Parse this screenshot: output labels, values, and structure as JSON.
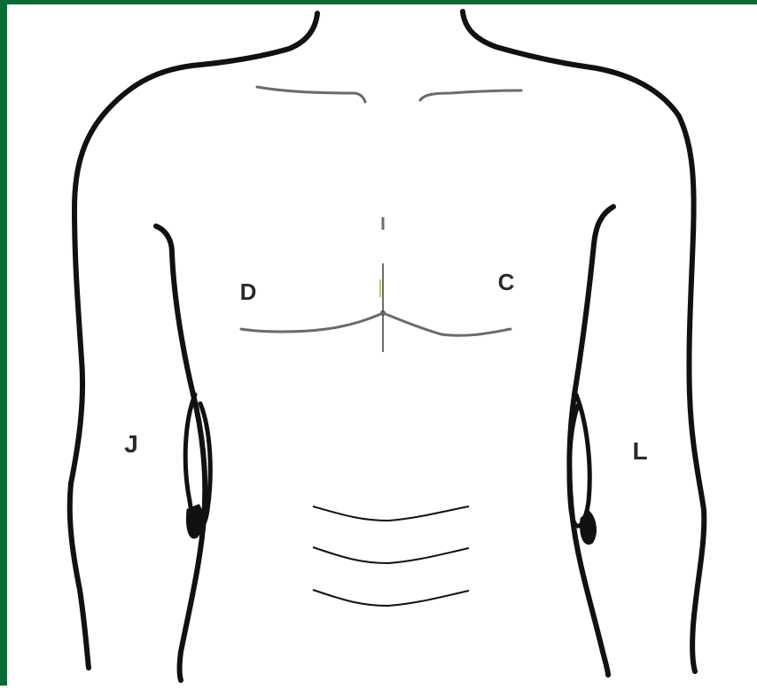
{
  "diagram": {
    "labels": {
      "d": "D",
      "c": "C",
      "j": "J",
      "l": "L"
    },
    "colors": {
      "frame": "#0b6b35",
      "outline": "#111111",
      "detail": "#6b6b6b",
      "midline_marker": "#c9c26a"
    }
  }
}
